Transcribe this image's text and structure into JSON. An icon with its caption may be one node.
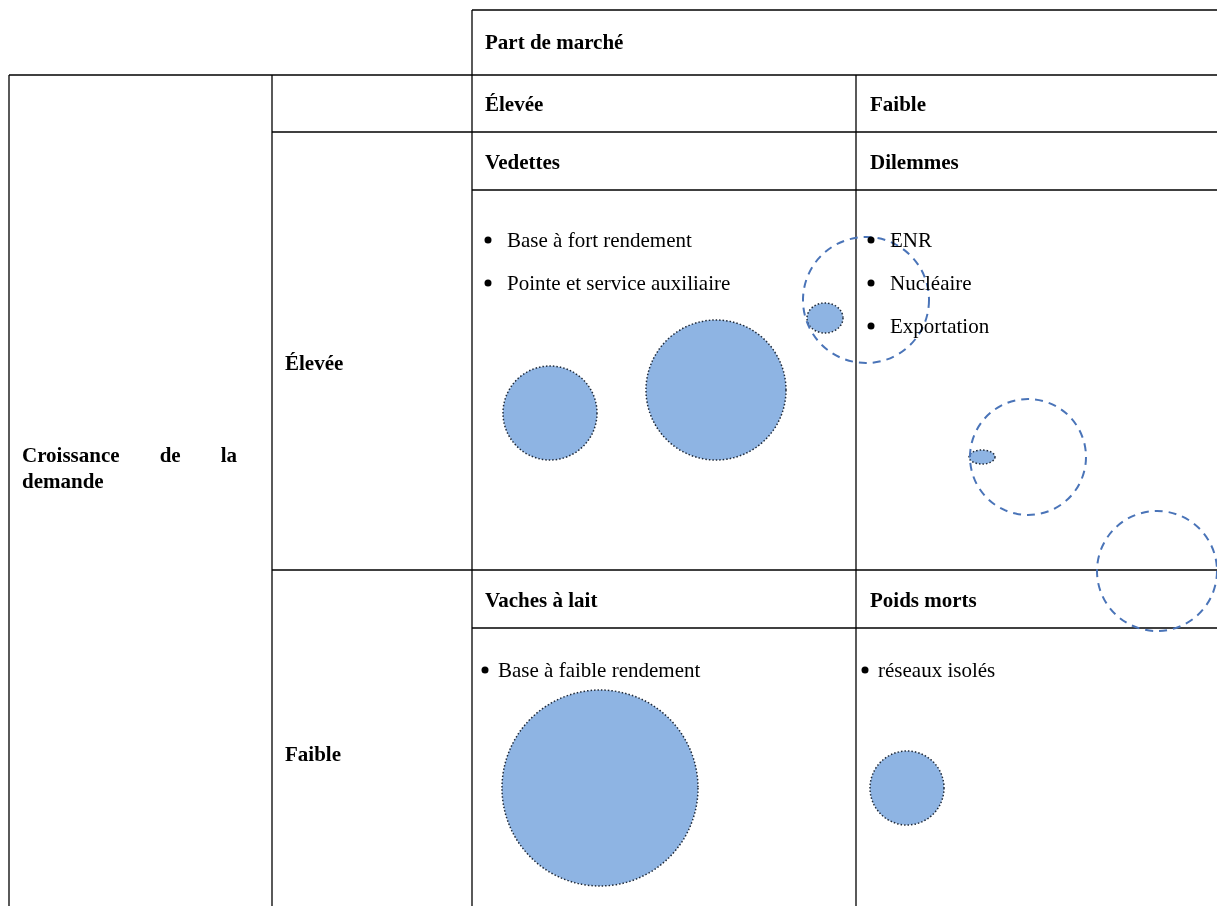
{
  "diagram": {
    "labels": [
      "Part de marché",
      "Croissance de la demande",
      "Élevée",
      "Faible",
      "Élevée",
      "Vedettes",
      "Dilemmes",
      "Base à fort rendement",
      "Pointe et service auxiliaire",
      "ENR",
      "Nucléaire",
      "Exportation",
      "Faible",
      "Vaches à lait",
      "Poids morts",
      "Base à faible rendement",
      "réseaux isolés"
    ]
  }
}
